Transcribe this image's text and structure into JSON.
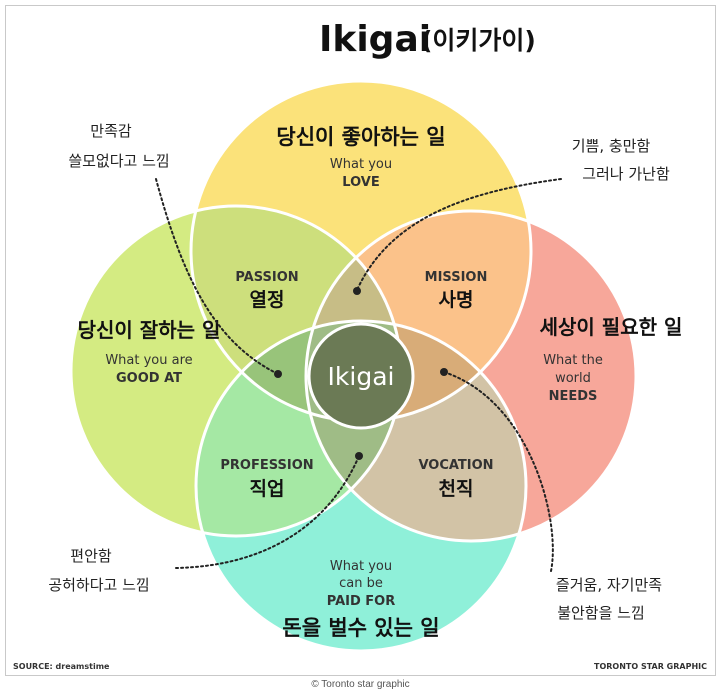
{
  "title": {
    "main": "Ikigai",
    "korean": "(이키가이)"
  },
  "circles": {
    "love": {
      "korean": "당신이 좋아하는 일",
      "english_line1": "What you",
      "english_line2": "LOVE",
      "color": "#fbe27a"
    },
    "good_at": {
      "korean": "당신이 잘하는 일",
      "english_line1": "What you are",
      "english_line2": "GOOD AT",
      "color": "#d4eb82"
    },
    "needs": {
      "korean": "세상이 필요한 일",
      "english_line1": "What the",
      "english_line2": "world",
      "english_line3": "NEEDS",
      "color": "#f7a79a"
    },
    "paid": {
      "korean": "돈을 벌수 있는 일",
      "english_line1": "What you",
      "english_line2": "can be",
      "english_line3": "PAID FOR",
      "color": "#8ff0d9"
    }
  },
  "overlaps": {
    "passion": {
      "english": "PASSION",
      "korean": "열정",
      "color": "#cddf7c"
    },
    "mission": {
      "english": "MISSION",
      "korean": "사명",
      "color": "#fbc28a"
    },
    "profession": {
      "english": "PROFESSION",
      "korean": "직업",
      "color": "#a5e8a4"
    },
    "vocation": {
      "english": "VOCATION",
      "korean": "천직",
      "color": "#d2c3a6"
    },
    "center": {
      "label": "Ikigai",
      "color": "#6b7a55"
    }
  },
  "annotations": {
    "top_left": {
      "line1": "만족감",
      "line2": "쓸모없다고 느낌"
    },
    "top_right": {
      "line1": "기쁨, 충만함",
      "line2": "그러나 가난함"
    },
    "bottom_left": {
      "line1": "편안함",
      "line2": "공허하다고 느낌"
    },
    "bottom_right": {
      "line1": "즐거움, 자기만족",
      "line2": "불안함을 느낌"
    }
  },
  "footer": {
    "source": "SOURCE: dreamstime",
    "credit": "TORONTO STAR GRAPHIC"
  },
  "caption": "© Toronto star graphic"
}
